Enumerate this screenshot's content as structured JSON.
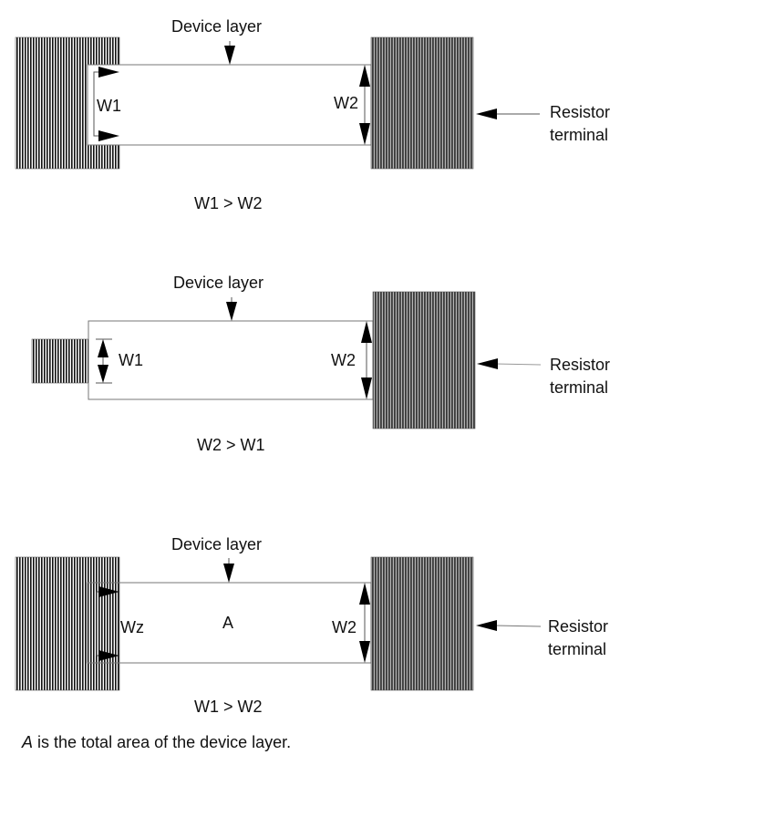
{
  "colors": {
    "ink": "#000000",
    "line": "#666666",
    "terminal_dark_stripe": "#1a1a1a",
    "terminal_light_stripe": "#ffffff",
    "right_terminal_stripe_light": "#a8a8a8"
  },
  "diagrams": [
    {
      "id": "case-1",
      "device_layer_label": "Device layer",
      "left_width_label": "W1",
      "right_width_label": "W2",
      "resistor_terminal_label_line1": "Resistor",
      "resistor_terminal_label_line2": "terminal",
      "relation_label": "W1 > W2",
      "area_label": ""
    },
    {
      "id": "case-2",
      "device_layer_label": "Device layer",
      "left_width_label": "W1",
      "right_width_label": "W2",
      "resistor_terminal_label_line1": "Resistor",
      "resistor_terminal_label_line2": "terminal",
      "relation_label": "W2 > W1",
      "area_label": ""
    },
    {
      "id": "case-3",
      "device_layer_label": "Device layer",
      "left_width_label": "Wz",
      "right_width_label": "W2",
      "resistor_terminal_label_line1": "Resistor",
      "resistor_terminal_label_line2": "terminal",
      "relation_label": "W1 > W2",
      "area_label": "A"
    }
  ],
  "footnote": {
    "symbol": "A",
    "text": " is the total area of the device layer."
  }
}
